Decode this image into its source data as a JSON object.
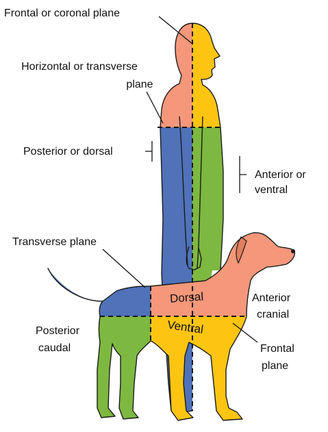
{
  "labels": {
    "frontal_coronal": "Frontal or coronal plane",
    "horizontal_transverse_1": "Horizontal or transverse",
    "horizontal_transverse_2": "plane",
    "posterior_dorsal": "Posterior or dorsal",
    "anterior_ventral_1": "Anterior or",
    "anterior_ventral_2": "ventral",
    "transverse_plane": "Transverse plane",
    "dorsal": "Dorsal",
    "ventral": "Ventral",
    "anterior_cranial_1": "Anterior",
    "anterior_cranial_2": "cranial",
    "posterior_caudal_1": "Posterior",
    "posterior_caudal_2": "caudal",
    "frontal_plane_1": "Frontal",
    "frontal_plane_2": "plane"
  },
  "colors": {
    "salmon": "#F4977A",
    "yellow": "#FDC512",
    "blue": "#4F72B8",
    "green": "#7DB840",
    "outline": "#1a1a1a",
    "background": "#ffffff"
  }
}
